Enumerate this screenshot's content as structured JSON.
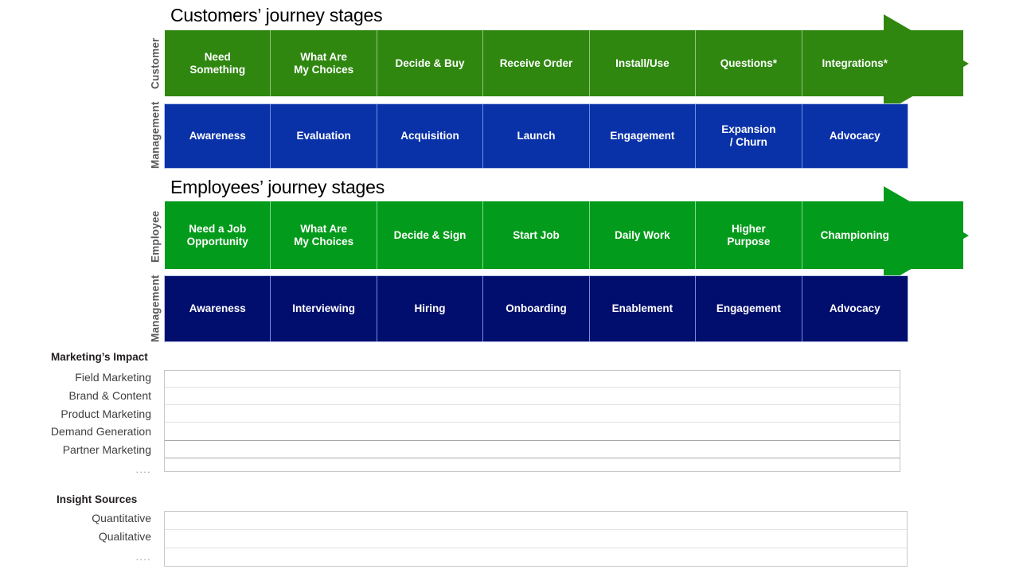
{
  "journeys": [
    {
      "id": "customer",
      "title": "Customers’ journey stages",
      "persona_label": "Customer",
      "management_label": "Management",
      "stage_colors": {
        "stage": "#2f8710",
        "management": "#0a32a8"
      },
      "stages": [
        "Need\nSomething",
        "What Are\nMy Choices",
        "Decide & Buy",
        "Receive Order",
        "Install/Use",
        "Questions*",
        "Integrations*"
      ],
      "management": [
        "Awareness",
        "Evaluation",
        "Acquisition",
        "Launch",
        "Engagement",
        "Expansion\n/ Churn",
        "Advocacy"
      ]
    },
    {
      "id": "employee",
      "title": "Employees’ journey stages",
      "persona_label": "Employee",
      "management_label": "Management",
      "stage_colors": {
        "stage": "#039b1b",
        "management": "#020e6e"
      },
      "stages": [
        "Need a Job\nOpportunity",
        "What Are\nMy Choices",
        "Decide & Sign",
        "Start Job",
        "Daily Work",
        "Higher\nPurpose",
        "Championing"
      ],
      "management": [
        "Awareness",
        "Interviewing",
        "Hiring",
        "Onboarding",
        "Enablement",
        "Engagement",
        "Advocacy"
      ]
    }
  ],
  "tables": [
    {
      "id": "marketing-impact",
      "heading": "Marketing’s Impact",
      "rows": [
        "Field Marketing",
        "Brand & Content",
        "Product Marketing",
        "Demand Generation",
        "Partner Marketing",
        "...."
      ]
    },
    {
      "id": "insight-sources",
      "heading": "Insight Sources",
      "rows": [
        "Quantitative",
        "Qualitative",
        "...."
      ]
    }
  ]
}
